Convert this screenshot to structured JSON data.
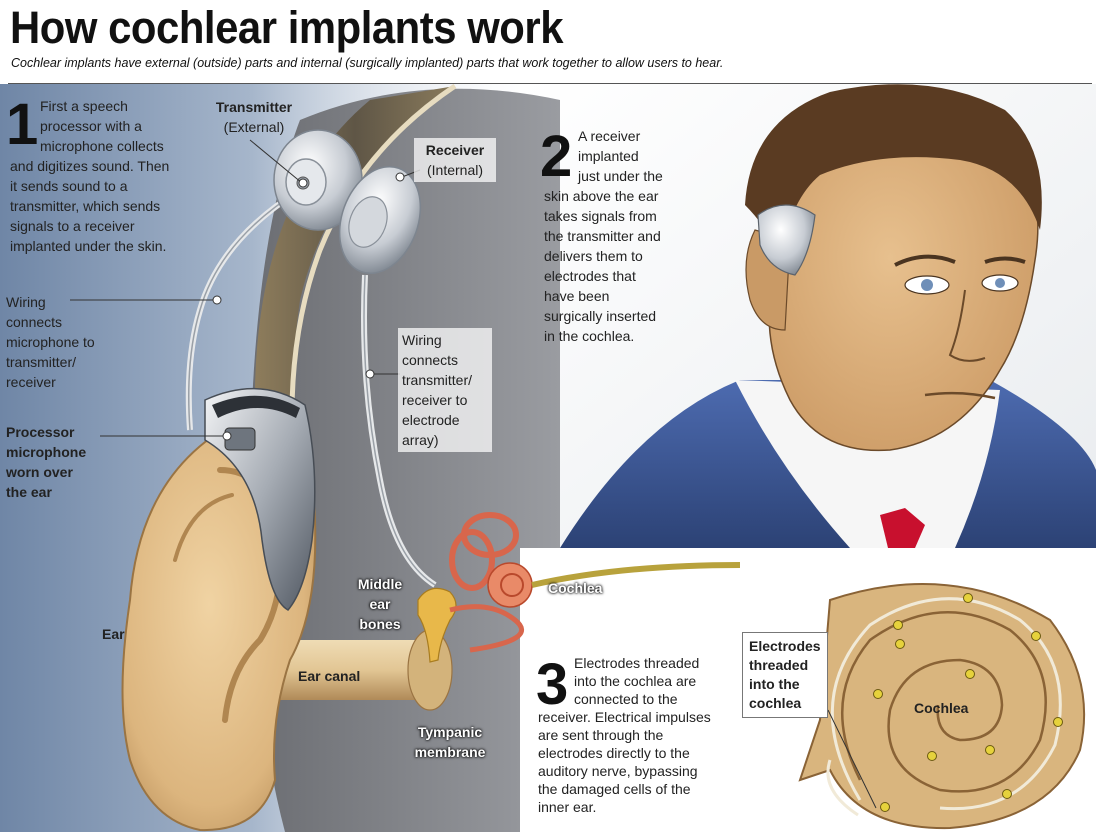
{
  "title": "How cochlear implants work",
  "subtitle": "Cochlear implants have external (outside) parts and internal (surgically implanted) parts that work together to allow users to hear.",
  "steps": [
    {
      "number": "1",
      "text": [
        "First a speech",
        "processor with a",
        "microphone collects",
        "and digitizes sound. Then",
        "it sends sound to a",
        "transmitter, which sends",
        "signals to a receiver",
        "implanted under the skin."
      ]
    },
    {
      "number": "2",
      "text": [
        "A receiver",
        "implanted",
        "just under the",
        "skin above the ear",
        "takes signals from",
        "the transmitter and",
        "delivers them to",
        "electrodes that",
        "have been",
        "surgically inserted",
        "in the cochlea."
      ]
    },
    {
      "number": "3",
      "text": [
        "Electrodes threaded",
        "into the cochlea are",
        "connected to the",
        "receiver. Electrical impulses",
        "are sent through the",
        "electrodes directly to the",
        "auditory nerve, bypassing",
        "the damaged cells of the",
        "inner ear."
      ]
    }
  ],
  "labels": {
    "transmitter": [
      "Transmitter",
      "(External)"
    ],
    "receiver": [
      "Receiver",
      "(Internal)"
    ],
    "wiring_mic": [
      "Wiring",
      "connects",
      "microphone to",
      "transmitter/",
      "receiver"
    ],
    "wiring_electrode": [
      "Wiring",
      "connects",
      "transmitter/",
      "receiver to",
      "electrode",
      "array)"
    ],
    "processor": [
      "Processor",
      "microphone",
      "worn over",
      "the ear"
    ],
    "ear": "Ear",
    "ear_canal": "Ear canal",
    "middle_ear": [
      "Middle",
      "ear",
      "bones"
    ],
    "tympanic": [
      "Tympanic",
      "membrane"
    ],
    "cochlea_small": "Cochlea",
    "cochlea_big": "Cochlea",
    "electrodes": [
      "Electrodes",
      "threaded",
      "into the",
      "cochlea"
    ]
  },
  "colors": {
    "skin": "#e6c592",
    "skin_shadow": "#b58a52",
    "suit": "#3e5a9e",
    "tie": "#c8102e",
    "hair": "#5a3b22",
    "implant": "#c9cdd2",
    "ossicle": "#e8b84a",
    "canal_red": "#d8664c",
    "background_blue": "#8ea4c0"
  }
}
